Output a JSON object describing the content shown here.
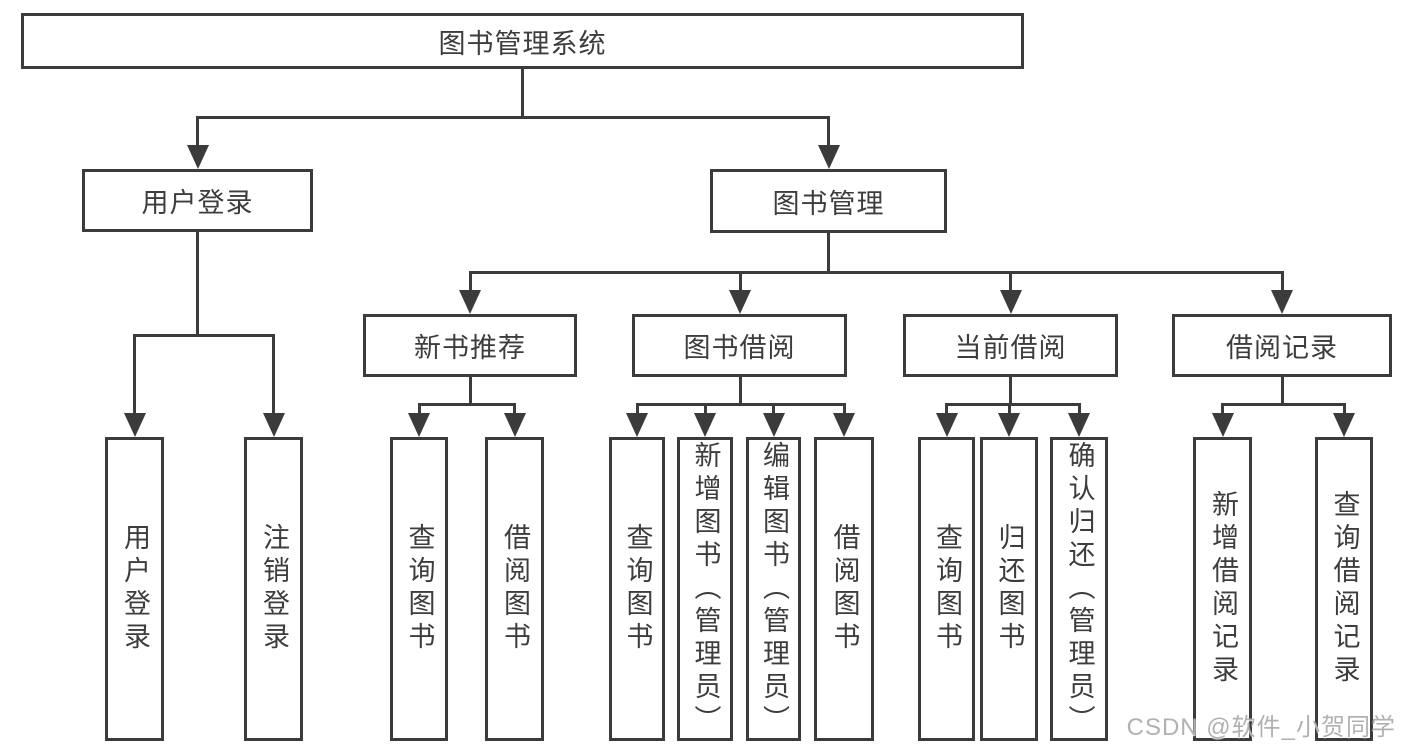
{
  "diagram_type": "hierarchy-tree",
  "colors": {
    "line": "#3b3b3b",
    "text": "#3d3d3d",
    "background": "#ffffff",
    "watermark": "#adadad"
  },
  "tree": {
    "root": {
      "label": "图书管理系统",
      "children": [
        {
          "label": "用户登录",
          "children": [
            {
              "label": "用户登录"
            },
            {
              "label": "注销登录"
            }
          ]
        },
        {
          "label": "图书管理",
          "children": [
            {
              "label": "新书推荐",
              "children": [
                {
                  "label": "查询图书"
                },
                {
                  "label": "借阅图书"
                }
              ]
            },
            {
              "label": "图书借阅",
              "children": [
                {
                  "label": "查询图书"
                },
                {
                  "label": "新增图书（管理员）"
                },
                {
                  "label": "编辑图书（管理员）"
                },
                {
                  "label": "借阅图书"
                }
              ]
            },
            {
              "label": "当前借阅",
              "children": [
                {
                  "label": "查询图书"
                },
                {
                  "label": "归还图书"
                },
                {
                  "label": "确认归还（管理员）"
                }
              ]
            },
            {
              "label": "借阅记录",
              "children": [
                {
                  "label": "新增借阅记录"
                },
                {
                  "label": "查询借阅记录"
                }
              ]
            }
          ]
        }
      ]
    }
  },
  "watermark": {
    "text": "CSDN @软件_小贺同学"
  }
}
